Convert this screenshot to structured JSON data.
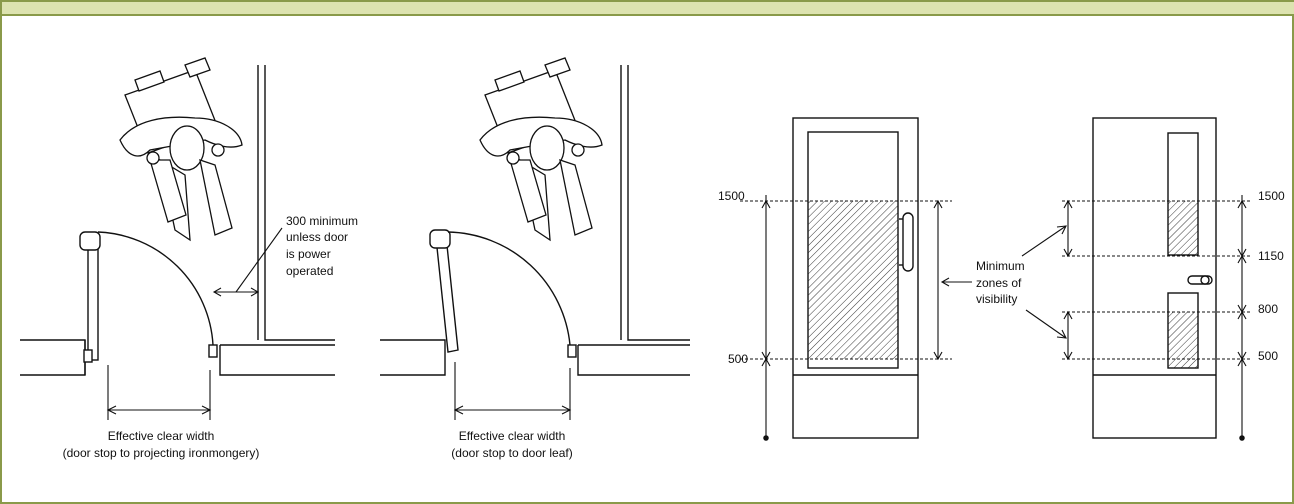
{
  "figure_1": {
    "dimension_note": [
      "300 minimum",
      "unless door",
      "is power",
      "operated"
    ],
    "caption": [
      "Effective clear width",
      "(door stop to projecting ironmongery)"
    ]
  },
  "figure_2": {
    "caption": [
      "Effective clear width",
      "(door stop to door leaf)"
    ]
  },
  "figure_3": {
    "levels": {
      "left_top": "1500",
      "left_bottom": "500",
      "right_1": "1500",
      "right_2": "1150",
      "right_3": "800",
      "right_4": "500"
    },
    "zones_label": [
      "Minimum",
      "zones of",
      "visibility"
    ]
  },
  "colors": {
    "frame_border": "#8a9a4a",
    "header_band": "#dde3b0",
    "line": "#111111"
  }
}
